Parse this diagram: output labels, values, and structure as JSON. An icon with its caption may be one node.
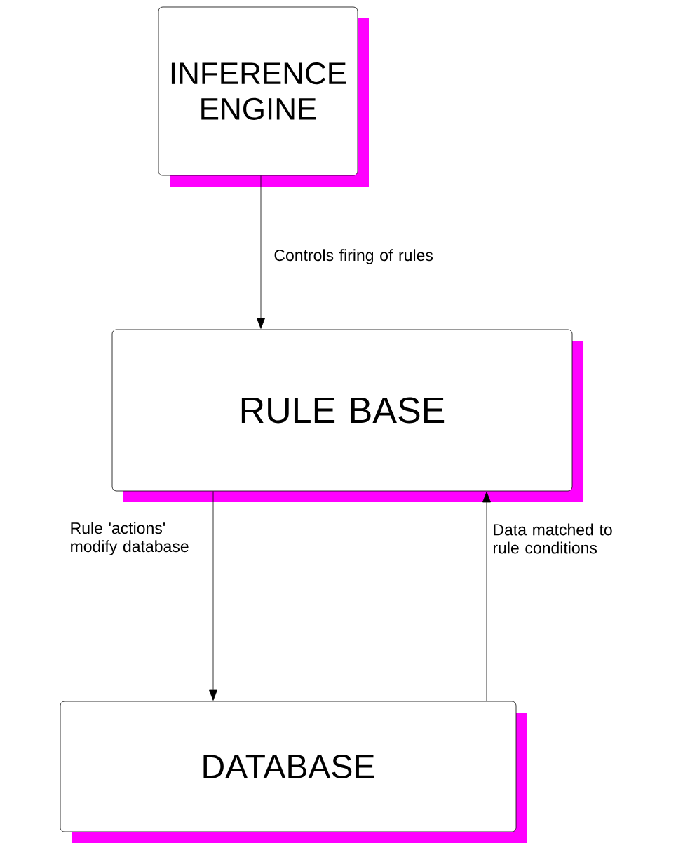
{
  "diagram": {
    "nodes": [
      {
        "text": [
          "INFERENCE ENGINE"
        ]
      },
      {
        "text": [
          "RULE BASE"
        ]
      },
      {
        "text": [
          "DATABASE"
        ]
      }
    ],
    "edges": [
      {
        "from": 0,
        "to": 1,
        "arrow": "to",
        "label": "Controls firing of rules"
      },
      {
        "from": 1,
        "to": 2,
        "arrow": "to",
        "label": "Rule 'actions' modify database"
      },
      {
        "from": 2,
        "to": 1,
        "arrow": "to",
        "label": "Data matched to rule conditions"
      }
    ]
  }
}
